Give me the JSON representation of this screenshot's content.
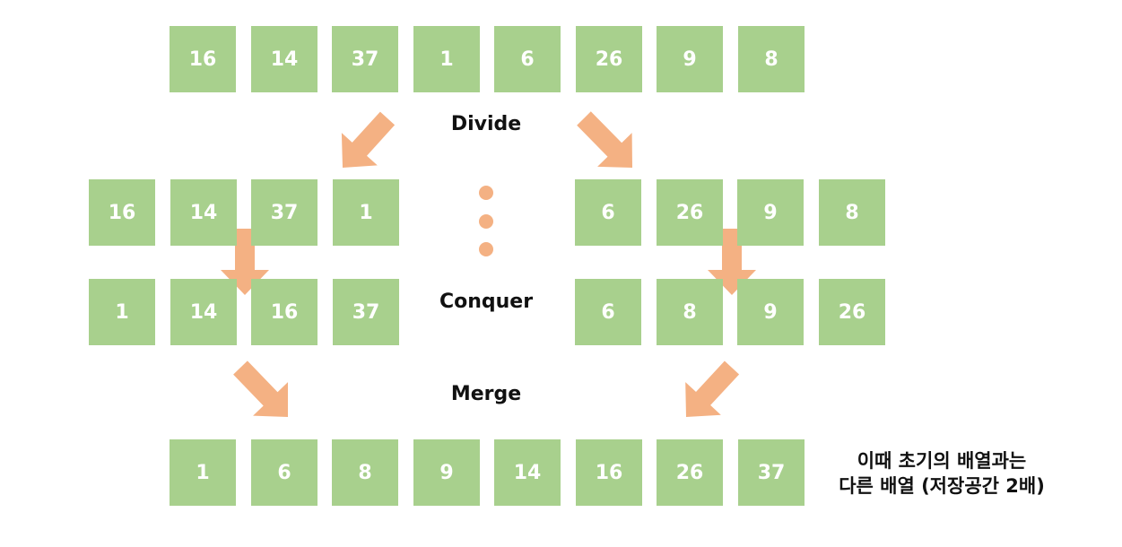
{
  "colors": {
    "box": "#a8d08d",
    "arrow": "#f4b183",
    "dot": "#f4b183"
  },
  "rows": [
    {
      "name": "original-array",
      "values": [
        "16",
        "14",
        "37",
        "1",
        "6",
        "26",
        "9",
        "8"
      ]
    },
    {
      "name": "divided-left",
      "values": [
        "16",
        "14",
        "37",
        "1"
      ]
    },
    {
      "name": "divided-right",
      "values": [
        "6",
        "26",
        "9",
        "8"
      ]
    },
    {
      "name": "conquered-left",
      "values": [
        "1",
        "14",
        "16",
        "37"
      ]
    },
    {
      "name": "conquered-right",
      "values": [
        "6",
        "8",
        "9",
        "26"
      ]
    },
    {
      "name": "merged-array",
      "values": [
        "1",
        "6",
        "8",
        "9",
        "14",
        "16",
        "26",
        "37"
      ]
    }
  ],
  "labels": {
    "divide": "Divide",
    "conquer": "Conquer",
    "merge": "Merge"
  },
  "note": {
    "line1": "이때 초기의 배열과는",
    "line2": "다른 배열 (저장공간 2배)"
  }
}
